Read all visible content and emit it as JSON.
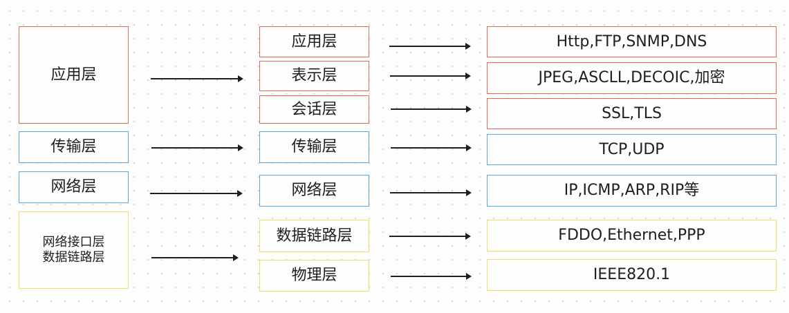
{
  "left_boxes": {
    "application": "应用层",
    "transport": "传输层",
    "network": "网络层",
    "interface_line1": "网络接口层",
    "interface_line2": "数据链路层"
  },
  "middle_boxes": {
    "application": "应用层",
    "presentation": "表示层",
    "session": "会话层",
    "transport": "传输层",
    "network": "网络层",
    "datalink": "数据链路层",
    "physical": "物理层"
  },
  "right_boxes": {
    "application": "Http,FTP,SNMP,DNS",
    "presentation": "JPEG,ASCLL,DECOIC,加密",
    "session": "SSL,TLS",
    "transport": "TCP,UDP",
    "network": "IP,ICMP,ARP,RIP等",
    "datalink": "FDDO,Ethernet,PPP",
    "physical": "IEEE820.1"
  },
  "colors": {
    "red": "#e06a55",
    "blue": "#5aa6e0",
    "yellow": "#f0df6b"
  }
}
